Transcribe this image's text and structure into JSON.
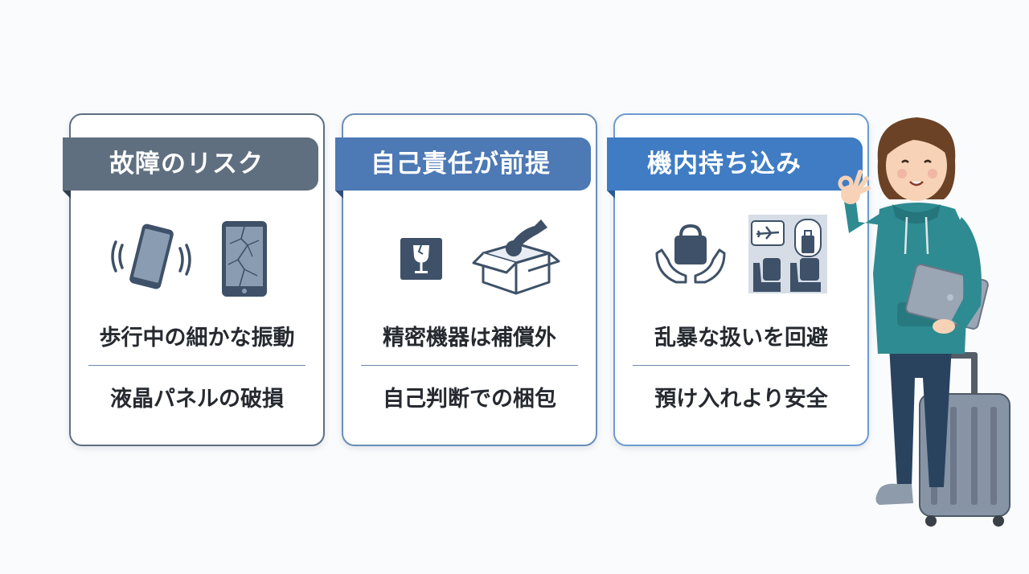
{
  "cards": [
    {
      "title": "故障のリスク",
      "line1": "歩行中の細かな振動",
      "line2": "液晶パネルの破損",
      "icons": [
        "vibrating-phone-icon",
        "cracked-tablet-icon"
      ]
    },
    {
      "title": "自己責任が前提",
      "line1": "精密機器は補償外",
      "line2": "自己判断での梱包",
      "icons": [
        "fragile-label-icon",
        "packing-box-icon"
      ]
    },
    {
      "title": "機内持ち込み",
      "line1": "乱暴な扱いを回避",
      "line2": "預け入れより安全",
      "icons": [
        "bag-in-hands-icon",
        "airplane-cabin-icon"
      ]
    }
  ],
  "colors": {
    "card1_accent": "#5f6f80",
    "card2_accent": "#4d79b4",
    "card3_accent": "#3f7cc4",
    "icon": "#3e5168"
  },
  "illustration": "woman-with-laptop-and-suitcase"
}
